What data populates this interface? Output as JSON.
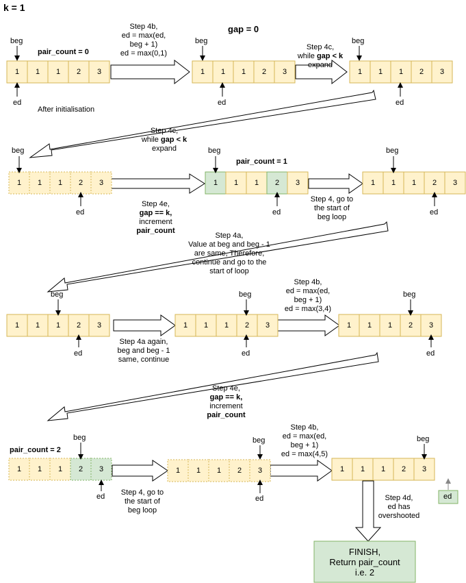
{
  "title": "k = 1",
  "gap_label": "gap = 0",
  "pointers": {
    "beg": "beg",
    "ed": "ed"
  },
  "arrays": [
    {
      "id": "a1",
      "values": [
        "1",
        "1",
        "1",
        "2",
        "3"
      ],
      "highlight": [],
      "dashed": false
    },
    {
      "id": "a2",
      "values": [
        "1",
        "1",
        "1",
        "2",
        "3"
      ],
      "highlight": [],
      "dashed": false
    },
    {
      "id": "a3",
      "values": [
        "1",
        "1",
        "1",
        "2",
        "3"
      ],
      "highlight": [],
      "dashed": false
    },
    {
      "id": "a4",
      "values": [
        "1",
        "1",
        "1",
        "2",
        "3"
      ],
      "highlight": [],
      "dashed": true
    },
    {
      "id": "a5",
      "values": [
        "1",
        "1",
        "1",
        "2",
        "3"
      ],
      "highlight": [
        0,
        3
      ],
      "dashed": false
    },
    {
      "id": "a6",
      "values": [
        "1",
        "1",
        "1",
        "2",
        "3"
      ],
      "highlight": [],
      "dashed": false
    },
    {
      "id": "a7",
      "values": [
        "1",
        "1",
        "1",
        "2",
        "3"
      ],
      "highlight": [],
      "dashed": false
    },
    {
      "id": "a8",
      "values": [
        "1",
        "1",
        "1",
        "2",
        "3"
      ],
      "highlight": [],
      "dashed": false
    },
    {
      "id": "a9",
      "values": [
        "1",
        "1",
        "1",
        "2",
        "3"
      ],
      "highlight": [],
      "dashed": false
    },
    {
      "id": "a10",
      "values": [
        "1",
        "1",
        "1",
        "2",
        "3"
      ],
      "highlight": [
        3,
        4
      ],
      "dashed": true
    },
    {
      "id": "a11",
      "values": [
        "1",
        "1",
        "1",
        "2",
        "3"
      ],
      "highlight": [],
      "dashed": true
    },
    {
      "id": "a12",
      "values": [
        "1",
        "1",
        "1",
        "2",
        "3"
      ],
      "highlight": [],
      "dashed": false
    }
  ],
  "labels": {
    "pc0": "pair_count = 0",
    "init": "After initialisation",
    "s4b_1": "Step 4b,\ned = max(ed,\nbeg + 1)\ned = max(0,1)",
    "s4c_1a": "Step 4c,\nwhile ",
    "s4c_1b": "gap < k",
    "s4c_1c": "\nexpand",
    "s4c_2a": "Step 4c,\nwhile ",
    "s4c_2b": "gap < k",
    "s4c_2c": "\nexpand",
    "pc1": "pair_count = 1",
    "s4e_1a": "Step 4e,\n",
    "s4e_1b": "gap == k,",
    "s4e_1c": "\nincrement\n",
    "s4e_1d": "pair_count",
    "s4_1": "Step 4, go to\nthe start of\nbeg loop",
    "s4a_1": "Step 4a,\nValue at beg and beg - 1\nare same, Therefore,\ncontinue and go to the\nstart of loop",
    "s4a_2": "Step 4a again,\nbeg and beg - 1\nsame, continue",
    "s4b_2": "Step 4b,\ned = max(ed,\nbeg + 1)\ned = max(3,4)",
    "s4e_2a": "Step 4e,\n",
    "s4e_2b": "gap == k,",
    "s4e_2c": "\nincrement\n",
    "s4e_2d": "pair_count",
    "pc2": "pair_count = 2",
    "s4_2": "Step 4, go to\nthe start of\nbeg loop",
    "s4b_3": "Step 4b,\ned = max(ed,\nbeg + 1)\ned = max(4,5)",
    "s4d": "Step 4d,\ned has\novershooted",
    "finish": "FINISH,\nReturn pair_count\ni.e. 2",
    "ed_box": "ed"
  },
  "colors": {
    "cell_fill": "#fff2cc",
    "cell_stroke": "#d6b656",
    "highlight_fill": "#d5e8d4",
    "highlight_stroke": "#82b366"
  }
}
